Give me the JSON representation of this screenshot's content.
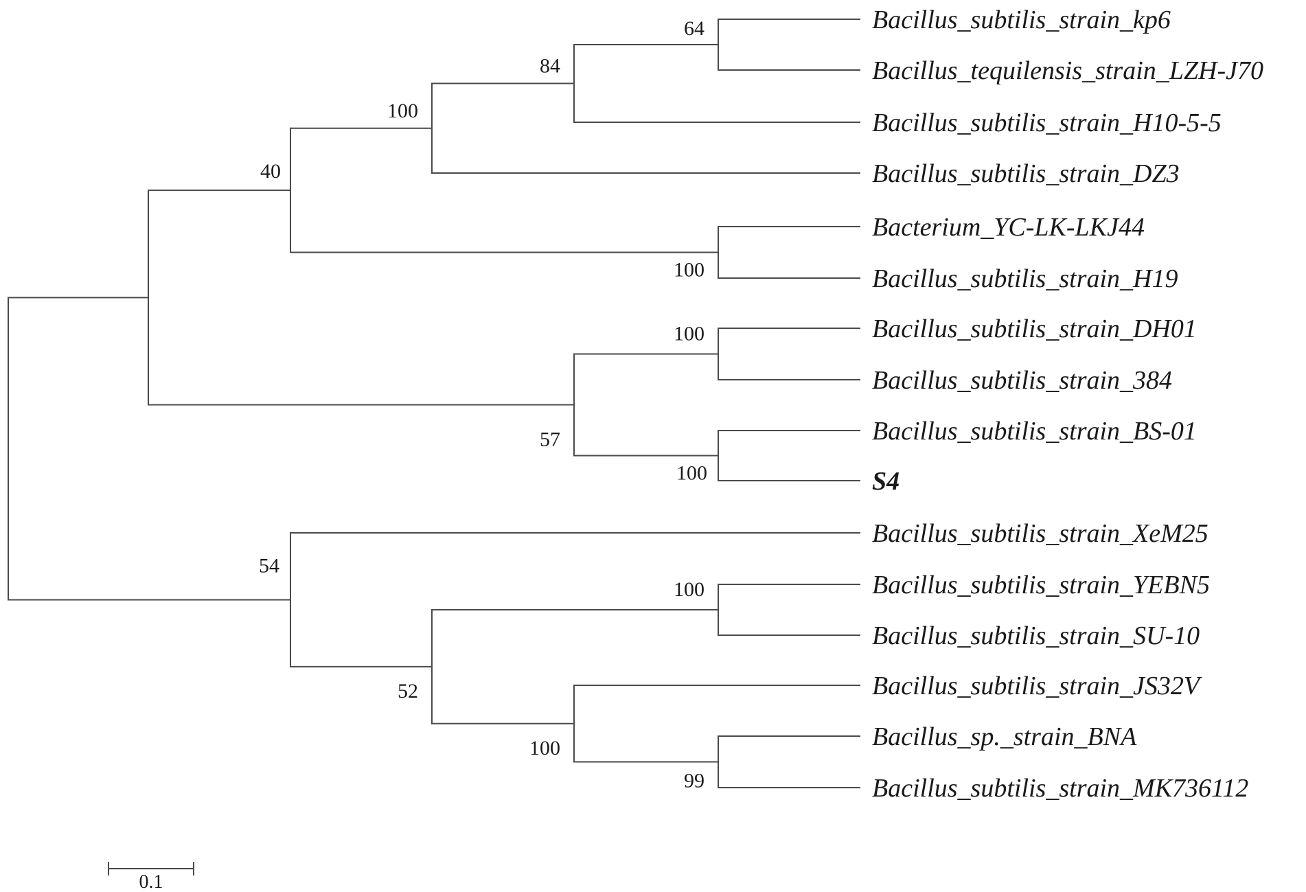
{
  "tree": {
    "taxa": [
      {
        "id": "kp6",
        "label": "Bacillus_subtilis_strain_kp6"
      },
      {
        "id": "lzh",
        "label": "Bacillus_tequilensis_strain_LZH-J70"
      },
      {
        "id": "h10",
        "label": "Bacillus_subtilis_strain_H10-5-5"
      },
      {
        "id": "dz3",
        "label": "Bacillus_subtilis_strain_DZ3"
      },
      {
        "id": "yc",
        "label": "Bacterium_YC-LK-LKJ44"
      },
      {
        "id": "h19",
        "label": "Bacillus_subtilis_strain_H19"
      },
      {
        "id": "dh01",
        "label": "Bacillus_subtilis_strain_DH01"
      },
      {
        "id": "s384",
        "label": "Bacillus_subtilis_strain_384"
      },
      {
        "id": "bs01",
        "label": "Bacillus_subtilis_strain_BS-01"
      },
      {
        "id": "s4",
        "label": "S4",
        "bold": true
      },
      {
        "id": "xem25",
        "label": "Bacillus_subtilis_strain_XeM25"
      },
      {
        "id": "yebn5",
        "label": "Bacillus_subtilis_strain_YEBN5"
      },
      {
        "id": "su10",
        "label": "Bacillus_subtilis_strain_SU-10"
      },
      {
        "id": "js32v",
        "label": "Bacillus_subtilis_strain_JS32V"
      },
      {
        "id": "bna",
        "label": "Bacillus_sp._strain_BNA"
      },
      {
        "id": "mk",
        "label": "Bacillus_subtilis_strain_MK736112"
      }
    ],
    "support_values": {
      "kp6_lzh": "64",
      "kp6_lzh_h10": "84",
      "top_clade": "100",
      "upper_group": "40",
      "yc_h19": "100",
      "dh01_384": "100",
      "bs01_s4": "100",
      "mid_group": "57",
      "yebn5_su10": "100",
      "bna_mk": "99",
      "js32v_group": "100",
      "lower_inner": "52",
      "lower_group": "54"
    },
    "scale_bar_label": "0.1"
  }
}
